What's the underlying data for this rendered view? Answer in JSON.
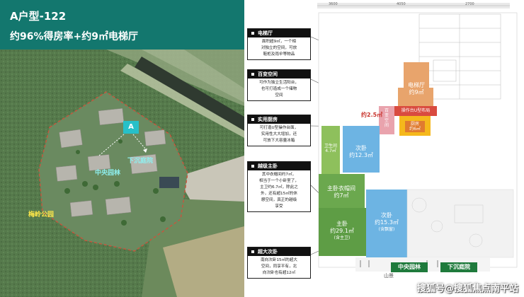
{
  "header": {
    "title": "A户型-122",
    "subtitle": "约96%得房率+约9㎡电梯厅"
  },
  "map": {
    "marker": "A",
    "labels": {
      "sunken_garden": "下沉庭院",
      "central_garden": "中央园林",
      "park": "梅岭公园"
    }
  },
  "callouts": [
    {
      "title": "电梯厅",
      "text": [
        "面积超9㎡，一个相",
        "对独立的空间，可放",
        "鞋柜及雨伞等物品"
      ]
    },
    {
      "title": "百变空间",
      "text": [
        "可作为独立生活阳台，",
        "也可打造成一个储物",
        "空间"
      ]
    },
    {
      "title": "实用厨房",
      "text": [
        "可打造U型操作台面，",
        "实用性大大增加，还",
        "可放下大容量冰箱"
      ]
    },
    {
      "title": "越级主卧",
      "text": [
        "其中衣帽间约7㎡，",
        "相当于一个小卧室了，",
        "主卫约6.7㎡，除此之",
        "外，还有超15㎡的休",
        "憩空间，真正的越级",
        "享受"
      ]
    },
    {
      "title": "超大次卧",
      "text": [
        "南向次卧15㎡的超大",
        "空间，同享平有，北",
        "向次卧也有超12㎡"
      ]
    }
  ],
  "plan": {
    "dims": [
      "3600",
      "4050",
      "2700"
    ],
    "rooms": {
      "elevator_hall": [
        "电梯厅",
        "约9㎡"
      ],
      "flex": "百变空间",
      "kitchen_top": "操作台U型布局",
      "kitchen": [
        "厨房",
        "约6㎡"
      ],
      "bath": [
        "卫生间",
        "4.7㎡"
      ],
      "bedroom2": [
        "次卧",
        "约12.3㎡"
      ],
      "closet": [
        "主卧衣帽间",
        "约7㎡"
      ],
      "master": [
        "主卧",
        "约29.1㎡",
        "(含主卫)"
      ],
      "bedroom3": [
        "次卧",
        "约15.3㎡",
        "(含飘窗)"
      ]
    },
    "flex_area": "约2.5㎡",
    "mountain": "山景",
    "bottom_labels": [
      "中央园林",
      "下沉庭院"
    ]
  },
  "watermark": "搜狐号@搜狐焦点南平站"
}
